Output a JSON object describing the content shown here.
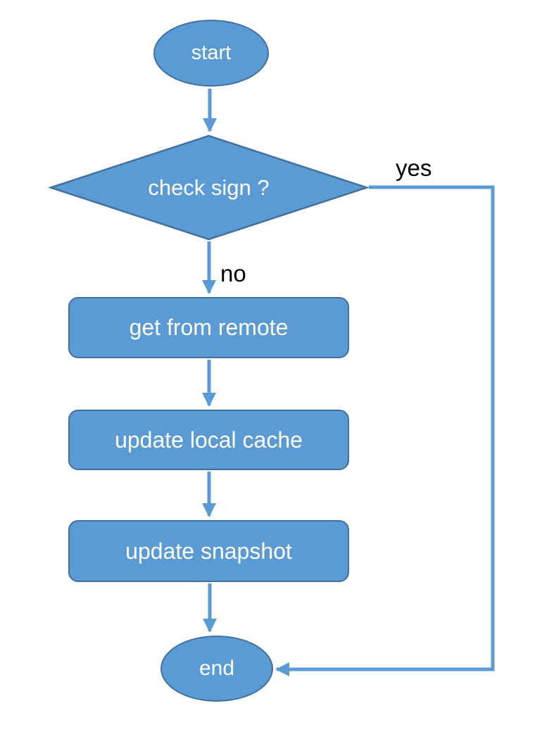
{
  "diagram": {
    "type": "flowchart",
    "nodes": {
      "start": {
        "label": "start",
        "shape": "terminator"
      },
      "decision": {
        "label": "check sign ?",
        "shape": "decision"
      },
      "step1": {
        "label": "get from remote",
        "shape": "process"
      },
      "step2": {
        "label": "update local cache",
        "shape": "process"
      },
      "step3": {
        "label": "update snapshot",
        "shape": "process"
      },
      "end": {
        "label": "end",
        "shape": "terminator"
      }
    },
    "edges": {
      "start_to_decision": {
        "from": "start",
        "to": "decision",
        "label": ""
      },
      "decision_no": {
        "from": "decision",
        "to": "step1",
        "label": "no"
      },
      "step1_to_step2": {
        "from": "step1",
        "to": "step2",
        "label": ""
      },
      "step2_to_step3": {
        "from": "step2",
        "to": "step3",
        "label": ""
      },
      "step3_to_end": {
        "from": "step3",
        "to": "end",
        "label": ""
      },
      "decision_yes": {
        "from": "decision",
        "to": "end",
        "label": "yes"
      }
    }
  },
  "colors": {
    "shape_fill": "#5B9BD5",
    "shape_border": "#41719C",
    "connector": "#5B9BD5",
    "shape_text": "#FFFFFF",
    "edge_label_text": "#000000",
    "background": "#FFFFFF"
  }
}
